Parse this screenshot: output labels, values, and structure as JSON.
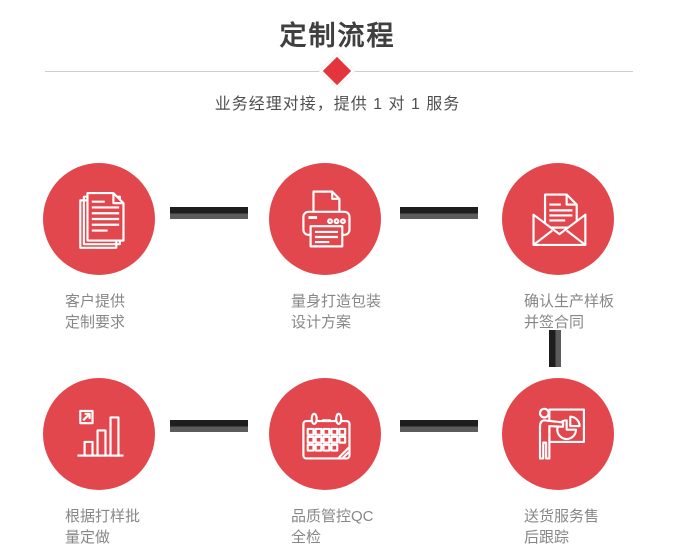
{
  "header": {
    "title": "定制流程",
    "subtitle": "业务经理对接，提供 1 对 1 服务"
  },
  "colors": {
    "accent_red": "#e2474d",
    "diamond_red": "#e4343c",
    "title_gray": "#3f3f3f",
    "subtitle_gray": "#4f4f4f",
    "label_gray": "#878787",
    "connector_dark": "#1e1e1e",
    "connector_light": "#5c5c5c",
    "divider_gray": "#cdcdcd"
  },
  "steps": [
    {
      "icon": "documents-stack-icon",
      "label": "客户提供\n定制要求"
    },
    {
      "icon": "printer-icon",
      "label": "量身打造包装\n设计方案"
    },
    {
      "icon": "open-envelope-letter-icon",
      "label": "确认生产样板\n并签合同"
    },
    {
      "icon": "growth-bar-chart-icon",
      "label": "根据打样批\n量定做"
    },
    {
      "icon": "calendar-icon",
      "label": "品质管控QC\n全检"
    },
    {
      "icon": "presentation-speaker-icon",
      "label": "送货服务售\n后跟踪"
    }
  ]
}
